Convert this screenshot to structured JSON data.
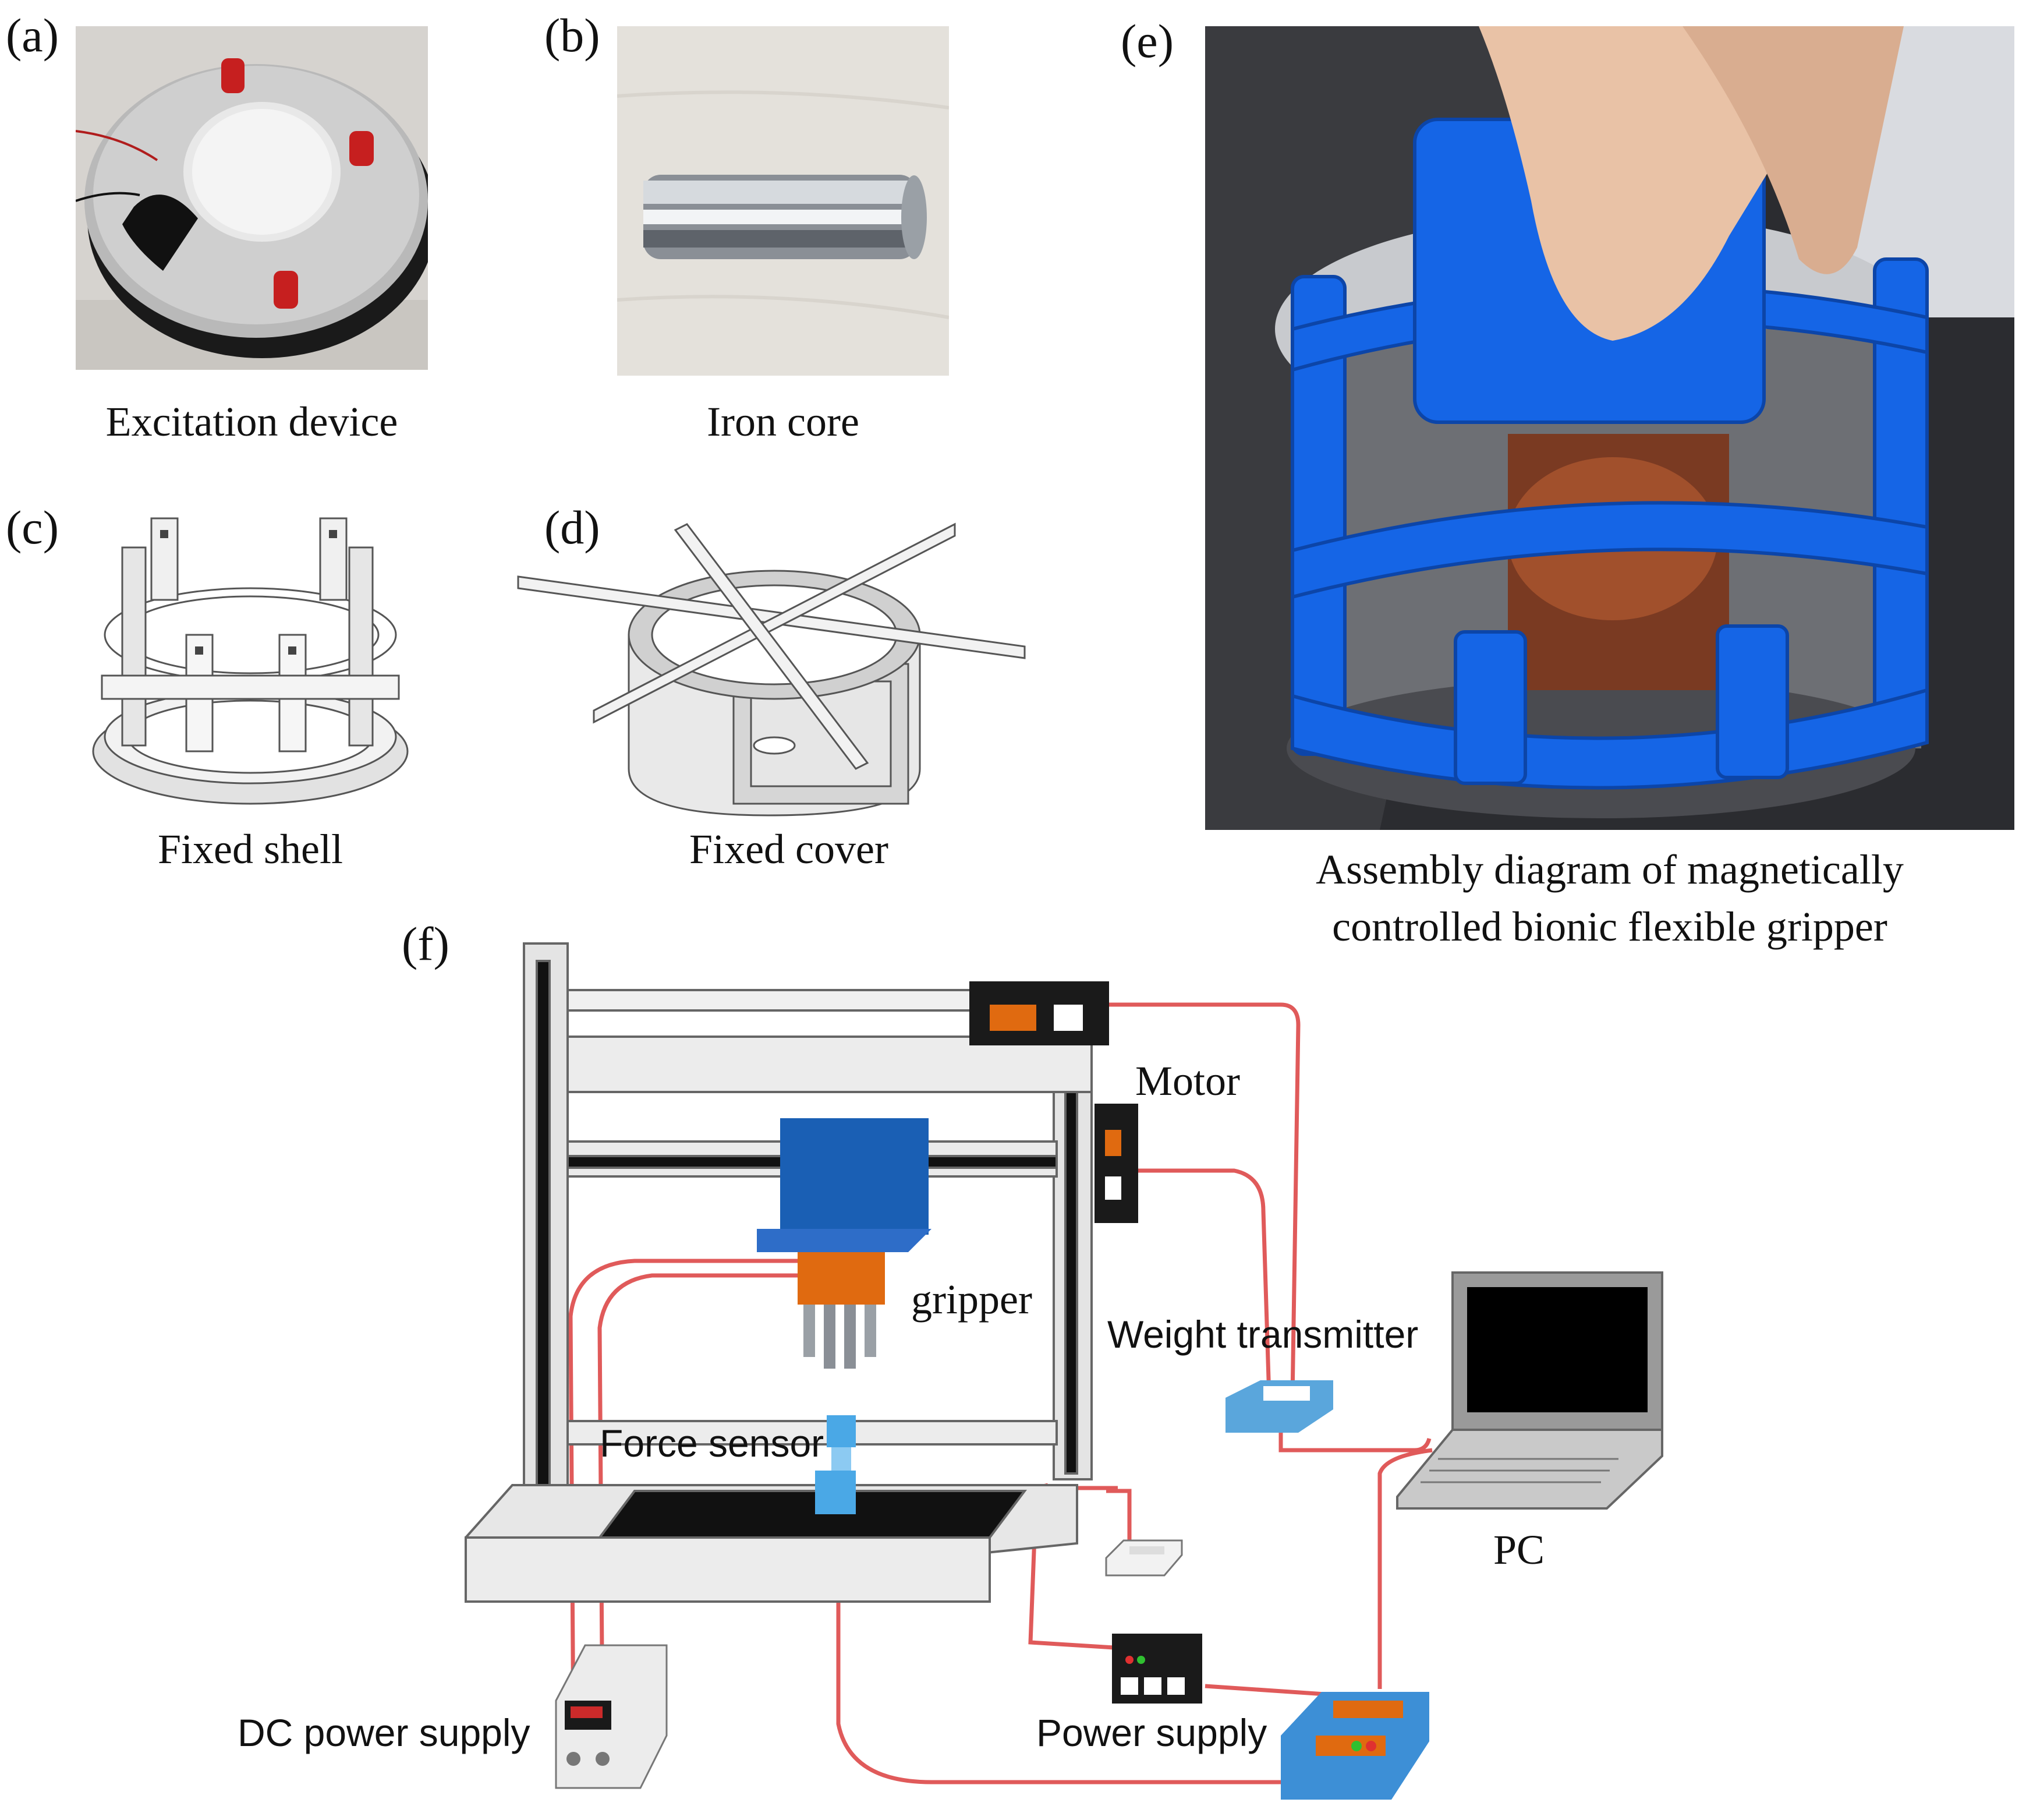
{
  "panels": {
    "a": {
      "letter": "(a)",
      "caption": "Excitation device"
    },
    "b": {
      "letter": "(b)",
      "caption": "Iron core"
    },
    "c": {
      "letter": "(c)",
      "caption": "Fixed shell"
    },
    "d": {
      "letter": "(d)",
      "caption": "Fixed cover"
    },
    "e": {
      "letter": "(e)",
      "caption_line1": "Assembly diagram of magnetically",
      "caption_line2": "controlled bionic flexible gripper"
    },
    "f": {
      "letter": "(f)"
    }
  },
  "setup_labels": {
    "motor": "Motor",
    "gripper": "gripper",
    "weight_transmitter": "Weight transmitter",
    "force_sensor": "Force sensor",
    "pc": "PC",
    "dc_power_supply": "DC power supply",
    "power_supply": "Power supply"
  },
  "colors": {
    "wire": "#e05a5a",
    "gripper_blue": "#1a5fb4",
    "accent_orange": "#e06a10",
    "sensor_blue": "#4aa8e6",
    "frame_gray": "#d9d9d9"
  }
}
